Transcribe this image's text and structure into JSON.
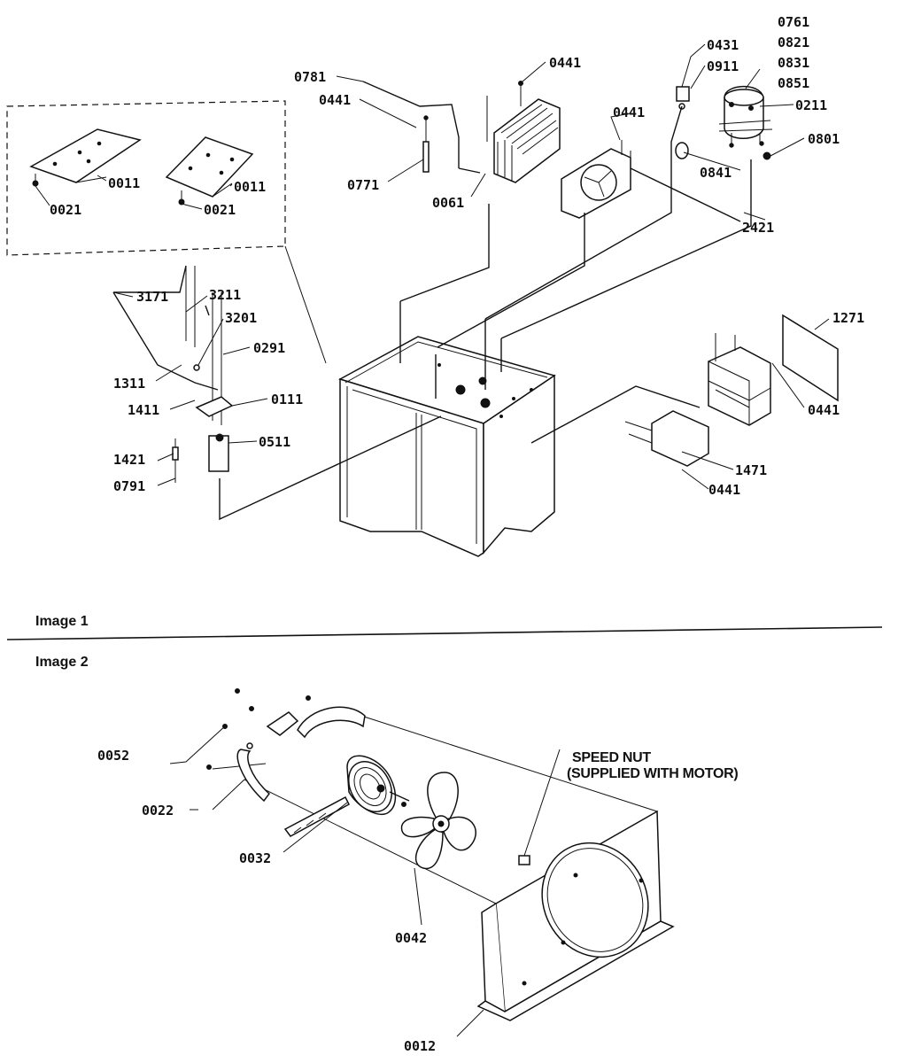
{
  "captions": {
    "image1": "Image 1",
    "image2": "Image 2"
  },
  "speed_nut_note": {
    "line1": "SPEED NUT",
    "line2": "(SUPPLIED WITH MOTOR)"
  },
  "image1_labels": {
    "p0761": "0761",
    "p0821": "0821",
    "p0831": "0831",
    "p0851": "0851",
    "p0211": "0211",
    "p0801": "0801",
    "p0431": "0431",
    "p0911": "0911",
    "p0841": "0841",
    "p2421": "2421",
    "p0781": "0781",
    "p0441_a": "0441",
    "p0441_b": "0441",
    "p0441_c": "0441",
    "p0771": "0771",
    "p0061": "0061",
    "p0011_a": "0011",
    "p0011_b": "0011",
    "p0021_a": "0021",
    "p0021_b": "0021",
    "p3171": "3171",
    "p3211": "3211",
    "p3201": "3201",
    "p0291": "0291",
    "p1311": "1311",
    "p1411": "1411",
    "p0111": "0111",
    "p0511": "0511",
    "p1421": "1421",
    "p0791": "0791",
    "p1271": "1271",
    "p0441_d": "0441",
    "p1471": "1471",
    "p0441_e": "0441"
  },
  "image2_labels": {
    "p0052": "0052",
    "p0022": "0022",
    "p0032": "0032",
    "p0042": "0042",
    "p0012": "0012"
  }
}
